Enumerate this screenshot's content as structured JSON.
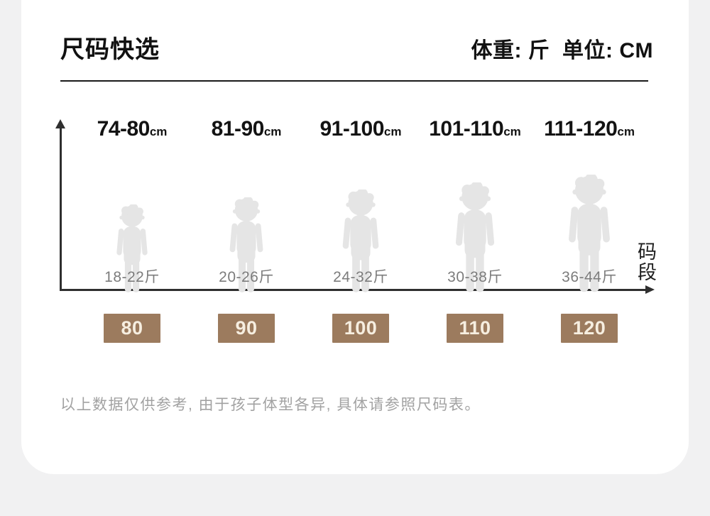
{
  "page": {
    "title": "尺码快选",
    "units_note": "体重: 斤  单位: CM",
    "footnote": "以上数据仅供参考, 由于孩子体型各异, 具体请参照尺码表。"
  },
  "axis": {
    "y_label": "码段"
  },
  "colors": {
    "accent_brown": "#9c7b5e",
    "box_text": "#f6eee0",
    "silhouette_gray": "#e5e5e5",
    "axis_dark": "#2f2f2f",
    "background_gray": "#f1f1f2"
  },
  "chart_data": {
    "type": "table",
    "title": "尺码快选",
    "x_axis_label": "码段",
    "units": {
      "weight": "斤",
      "length": "CM"
    },
    "columns": [
      {
        "height_range": "74-80",
        "height_unit": "cm",
        "weight_range": "18-22斤",
        "size": "80"
      },
      {
        "height_range": "81-90",
        "height_unit": "cm",
        "weight_range": "20-26斤",
        "size": "90"
      },
      {
        "height_range": "91-100",
        "height_unit": "cm",
        "weight_range": "24-32斤",
        "size": "100"
      },
      {
        "height_range": "101-110",
        "height_unit": "cm",
        "weight_range": "30-38斤",
        "size": "110"
      },
      {
        "height_range": "111-120",
        "height_unit": "cm",
        "weight_range": "36-44斤",
        "size": "120"
      }
    ]
  }
}
